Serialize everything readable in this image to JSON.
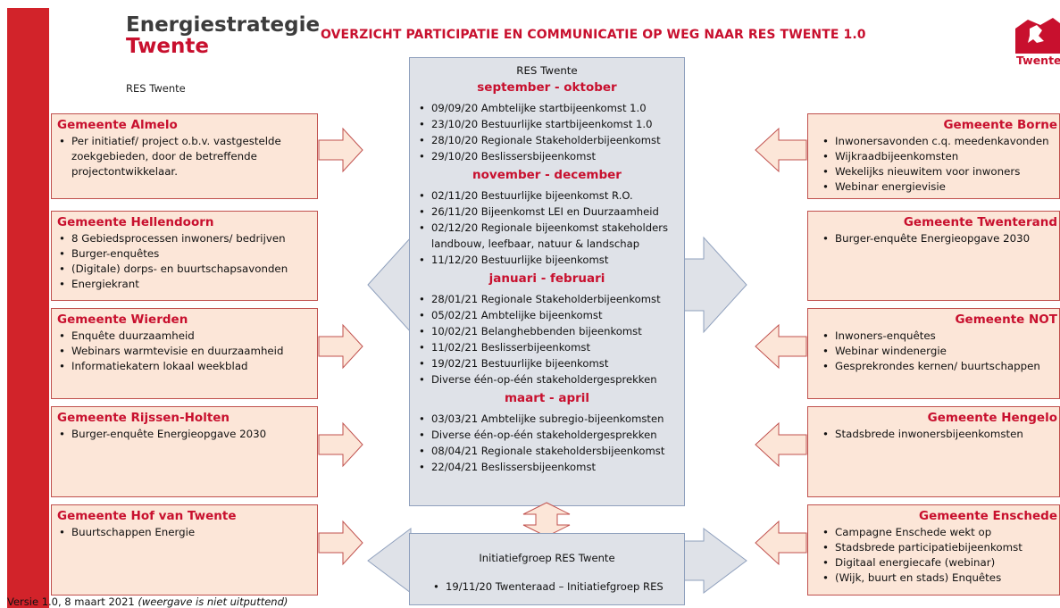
{
  "brand": {
    "title_line1": "Energiestrategie",
    "title_line2": "Twente",
    "subtitle": "RES Twente"
  },
  "headline": "OVERZICHT PARTICIPATIE EN COMMUNICATIE OP WEG NAAR RES TWENTE 1.0",
  "logo": {
    "text": "Twente",
    "icon": "twente-coat-of-arms-icon"
  },
  "colors": {
    "accent_red": "#c8102e",
    "bar_red": "#d2232a",
    "box_fill": "#fce6d8",
    "box_border": "#c0504d",
    "central_fill": "#dfe2e8",
    "central_border": "#8fa0bd"
  },
  "left_boxes": [
    {
      "title": "Gemeente Almelo",
      "items": [
        "Per initiatief/ project o.b.v. vastgestelde zoekgebieden, door de betreffende projectontwikkelaar."
      ]
    },
    {
      "title": "Gemeente Hellendoorn",
      "items": [
        "8 Gebiedsprocessen inwoners/ bedrijven",
        "Burger-enquêtes",
        "(Digitale) dorps- en buurtschapsavonden",
        "Energiekrant"
      ]
    },
    {
      "title": "Gemeente Wierden",
      "items": [
        "Enquête duurzaamheid",
        "Webinars warmtevisie en duurzaamheid",
        "Informatiekatern lokaal weekblad"
      ]
    },
    {
      "title": "Gemeente Rijssen-Holten",
      "items": [
        "Burger-enquête Energieopgave 2030"
      ]
    },
    {
      "title": "Gemeente Hof van Twente",
      "items": [
        "Buurtschappen Energie"
      ]
    }
  ],
  "right_boxes": [
    {
      "title": "Gemeente Borne",
      "items": [
        "Inwonersavonden c.q. meedenkavonden",
        "Wijkraadbijeenkomsten",
        "Wekelijks nieuwitem voor inwoners",
        "Webinar energievisie"
      ]
    },
    {
      "title": "Gemeente Twenterand",
      "items": [
        "Burger-enquête Energieopgave 2030"
      ]
    },
    {
      "title": "Gemeente NOT",
      "items": [
        "Inwoners-enquêtes",
        "Webinar windenergie",
        "Gesprekrondes kernen/ buurtschappen"
      ]
    },
    {
      "title": "Gemeente Hengelo",
      "items": [
        "Stadsbrede inwonersbijeenkomsten"
      ]
    },
    {
      "title": "Gemeente Enschede",
      "items": [
        "Campagne Enschede wekt op",
        "Stadsbrede participatiebijeenkomst",
        "Digitaal energiecafe (webinar)",
        "(Wijk, buurt en stads) Enquêtes"
      ]
    }
  ],
  "central": {
    "caption": "RES Twente",
    "periods": [
      {
        "title": "september - oktober",
        "items": [
          "09/09/20 Ambtelijke startbijeenkomst 1.0",
          "23/10/20 Bestuurlijke startbijeenkomst 1.0",
          "28/10/20 Regionale Stakeholderbijeenkomst",
          "29/10/20 Beslissersbijeenkomst"
        ]
      },
      {
        "title": "november - december",
        "items": [
          "02/11/20 Bestuurlijke bijeenkomst R.O.",
          "26/11/20 Bijeenkomst LEI en Duurzaamheid",
          "02/12/20 Regionale bijeenkomst stakeholders landbouw, leefbaar, natuur & landschap",
          "11/12/20 Bestuurlijke bijeenkomst"
        ]
      },
      {
        "title": "januari - februari",
        "items": [
          "28/01/21 Regionale Stakeholderbijeenkomst",
          "05/02/21 Ambtelijke bijeenkomst",
          "10/02/21 Belanghebbenden bijeenkomst",
          "11/02/21 Beslisserbijeenkomst",
          "19/02/21 Bestuurlijke bijeenkomst",
          "Diverse één-op-één stakeholdergesprekken"
        ]
      },
      {
        "title": "maart - april",
        "items": [
          "03/03/21 Ambtelijke subregio-bijeenkomsten",
          "Diverse één-op-één stakeholdergesprekken",
          "08/04/21 Regionale stakeholdersbijeenkomst",
          "22/04/21 Beslissersbijeenkomst"
        ]
      }
    ]
  },
  "initiatief": {
    "caption": "Initiatiefgroep RES Twente",
    "items": [
      "19/11/20 Twenteraad – Initiatiefgroep RES"
    ]
  },
  "footer": {
    "version": "Versie 1.0, 8 maart 2021 ",
    "note": "(weergave is niet uitputtend)"
  }
}
